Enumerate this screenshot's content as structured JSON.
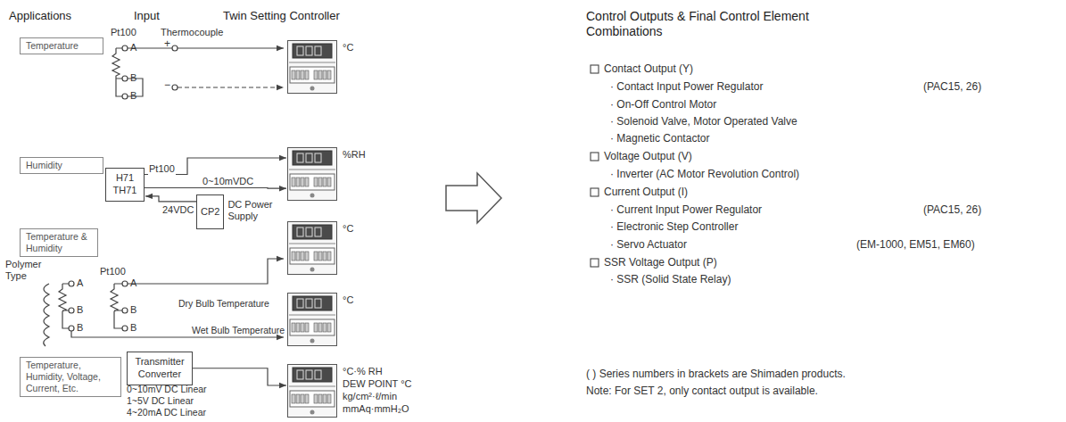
{
  "diagram": {
    "nodes": [
      {
        "text": [
          "Temperature"
        ]
      },
      {
        "text": [
          "Humidity"
        ]
      },
      {
        "text": [
          "Temperature & Humidity"
        ]
      },
      {
        "text": [
          "Temperature, Humidity, Voltage, Current, Etc."
        ]
      },
      {
        "text": [
          "H71 TH71"
        ]
      },
      {
        "text": [
          "CP2",
          "DC Power Supply"
        ]
      },
      {
        "text": [
          "Transmitter Converter"
        ]
      },
      {
        "text": [
          "°C"
        ]
      },
      {
        "text": [
          "%RH"
        ]
      },
      {
        "text": [
          "°C"
        ]
      },
      {
        "text": [
          "°C"
        ]
      },
      {
        "text": [
          "°C·% RH",
          "DEW POINT °C",
          "kg/cm²·ℓ/min",
          "mmAq·mmH₂O"
        ]
      }
    ],
    "edges": [
      {
        "from": 4,
        "to": 8,
        "label": "Pt100",
        "arrow": "to"
      },
      {
        "from": 4,
        "to": 8,
        "label": "0~10mVDC",
        "arrow": "to"
      },
      {
        "from": 5,
        "to": 4,
        "label": "24VDC",
        "arrow": "to"
      },
      {
        "from": 6,
        "to": 11,
        "arrow": "to"
      }
    ],
    "labels": [
      "Applications",
      "Input",
      "Twin Setting Controller",
      "Control Outputs & Final Control Element Combinations",
      "Pt100",
      "Thermocouple",
      "A",
      "B",
      "B",
      "+",
      "−",
      "Polymer Type",
      "A",
      "B",
      "B",
      "Pt100",
      "A",
      "B",
      "B",
      "Dry Bulb Temperature",
      "Wet Bulb Temperature",
      "0~10mV DC Linear",
      "1~5V DC Linear",
      "4~20mA DC Linear",
      "Contact Output (Y)",
      "· Contact Input Power Regulator",
      "(PAC15, 26)",
      "· On-Off Control Motor",
      "· Solenoid Valve, Motor Operated Valve",
      "· Magnetic Contactor",
      "Voltage Output (V)",
      "· Inverter (AC Motor Revolution Control)",
      "Current Output (I)",
      "· Current Input Power Regulator",
      "(PAC15, 26)",
      "· Electronic Step Controller",
      "· Servo Actuator",
      "(EM-1000, EM51, EM60)",
      "SSR Voltage Output (P)",
      "· SSR (Solid State Relay)",
      "( ) Series numbers in brackets are Shimaden products.",
      "Note: For SET 2, only contact output is available."
    ]
  }
}
